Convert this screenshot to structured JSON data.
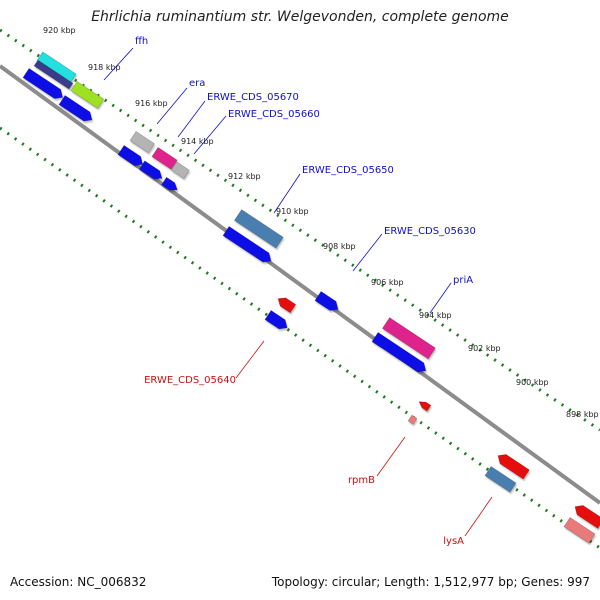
{
  "title": "Ehrlichia ruminantium str. Welgevonden, complete genome",
  "footer": {
    "accession": "Accession: NC_006832",
    "summary": "Topology: circular; Length: 1,512,977 bp; Genes: 997"
  },
  "ticks": [
    "920 kbp",
    "918 kbp",
    "916 kbp",
    "914 kbp",
    "912 kbp",
    "910 kbp",
    "908 kbp",
    "906 kbp",
    "904 kbp",
    "902 kbp",
    "900 kbp",
    "898 kbp"
  ],
  "labels": {
    "ffh": "ffh",
    "era": "era",
    "cds_05670": "ERWE_CDS_05670",
    "cds_05660": "ERWE_CDS_05660",
    "cds_05650": "ERWE_CDS_05650",
    "cds_05630": "ERWE_CDS_05630",
    "priA": "priA",
    "cds_05640": "ERWE_CDS_05640",
    "rpmB": "rpmB",
    "lysA": "lysA"
  },
  "colors": {
    "backbone": "#8c8c8c",
    "tick": "#1f7a1f",
    "forward_label": "#1010c8",
    "reverse_label": "#c81010",
    "cds_blue": "#1010e6",
    "steel": "#4a7fb0",
    "cyan": "#20e0e0",
    "lime": "#9ee020",
    "magenta": "#e0208c",
    "gray_gene": "#b4b4b4",
    "red": "#e61010",
    "pink": "#e87a7a",
    "navy": "#3a3a8c"
  }
}
